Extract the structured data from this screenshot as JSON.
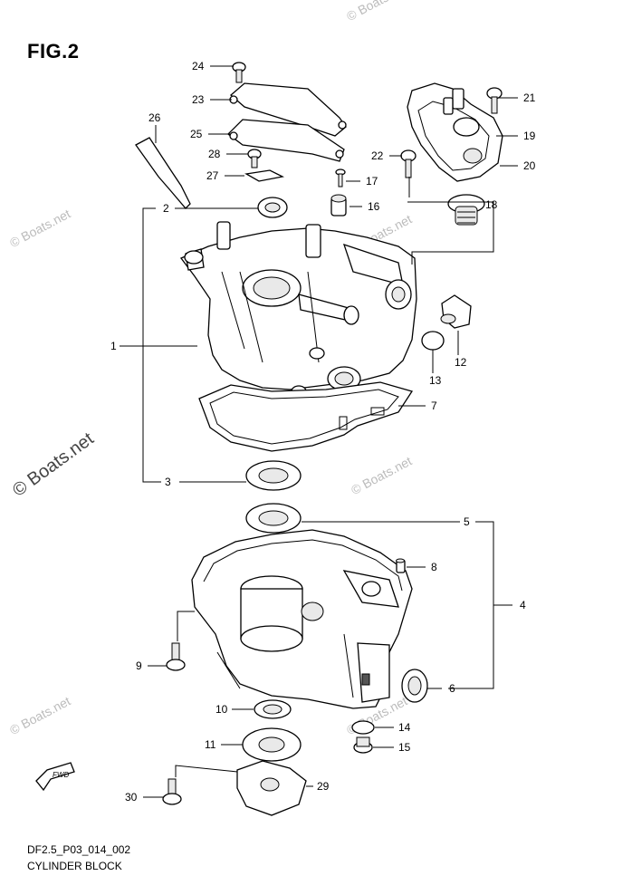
{
  "figure_title": "FIG.2",
  "footer": {
    "code": "DF2.5_P03_014_002",
    "description": "CYLINDER BLOCK"
  },
  "watermarks": {
    "small": "© Boats.net",
    "large": "© Boats.net"
  },
  "fwd_label": "FWD",
  "callouts": [
    "1",
    "2",
    "3",
    "4",
    "5",
    "6",
    "7",
    "8",
    "9",
    "10",
    "11",
    "12",
    "13",
    "14",
    "15",
    "16",
    "17",
    "18",
    "19",
    "20",
    "21",
    "22",
    "23",
    "24",
    "25",
    "26",
    "27",
    "28",
    "29",
    "30"
  ]
}
